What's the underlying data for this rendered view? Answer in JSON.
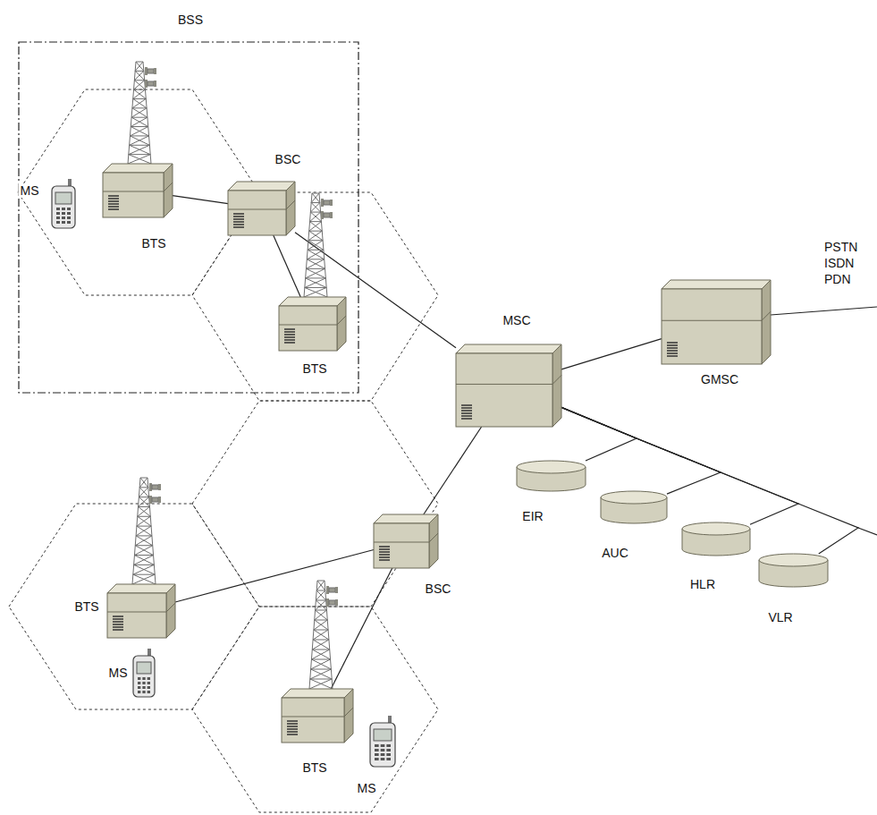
{
  "diagram": {
    "nodes": [
      {
        "text": [
          "BSS"
        ]
      },
      {
        "text": [
          "MS"
        ],
        "in": 0
      },
      {
        "text": [
          "BTS"
        ],
        "in": 0
      },
      {
        "text": [
          "BSC"
        ],
        "in": 0
      },
      {
        "text": [
          "BTS"
        ],
        "in": 0
      },
      {
        "text": [
          "MSC"
        ]
      },
      {
        "text": [
          "GMSC"
        ]
      },
      {
        "text": [
          "BTS"
        ]
      },
      {
        "text": [
          "MS"
        ]
      },
      {
        "text": [
          "BSC"
        ]
      },
      {
        "text": [
          "EIR"
        ]
      },
      {
        "text": [
          "AUC"
        ]
      },
      {
        "text": [
          "HLR"
        ]
      },
      {
        "text": [
          "VLR"
        ]
      },
      {
        "text": [
          "BTS"
        ]
      },
      {
        "text": [
          "MS"
        ]
      }
    ],
    "edges": [
      {
        "from": 2,
        "to": 3,
        "arrow": "none"
      },
      {
        "from": 3,
        "to": 4,
        "arrow": "none"
      },
      {
        "from": 3,
        "to": 5,
        "arrow": "none"
      },
      {
        "from": 7,
        "to": 9,
        "arrow": "none"
      },
      {
        "from": 14,
        "to": 9,
        "arrow": "none"
      },
      {
        "from": 9,
        "to": 5,
        "arrow": "none"
      },
      {
        "from": 5,
        "to": 6,
        "arrow": "none"
      },
      {
        "from": 5,
        "to": 10,
        "arrow": "none"
      },
      {
        "from": 5,
        "to": 11,
        "arrow": "none"
      },
      {
        "from": 5,
        "to": 12,
        "arrow": "none"
      },
      {
        "from": 5,
        "to": 13,
        "arrow": "none"
      }
    ],
    "labels": [
      "PSTN",
      "ISDN",
      "PDN"
    ]
  }
}
